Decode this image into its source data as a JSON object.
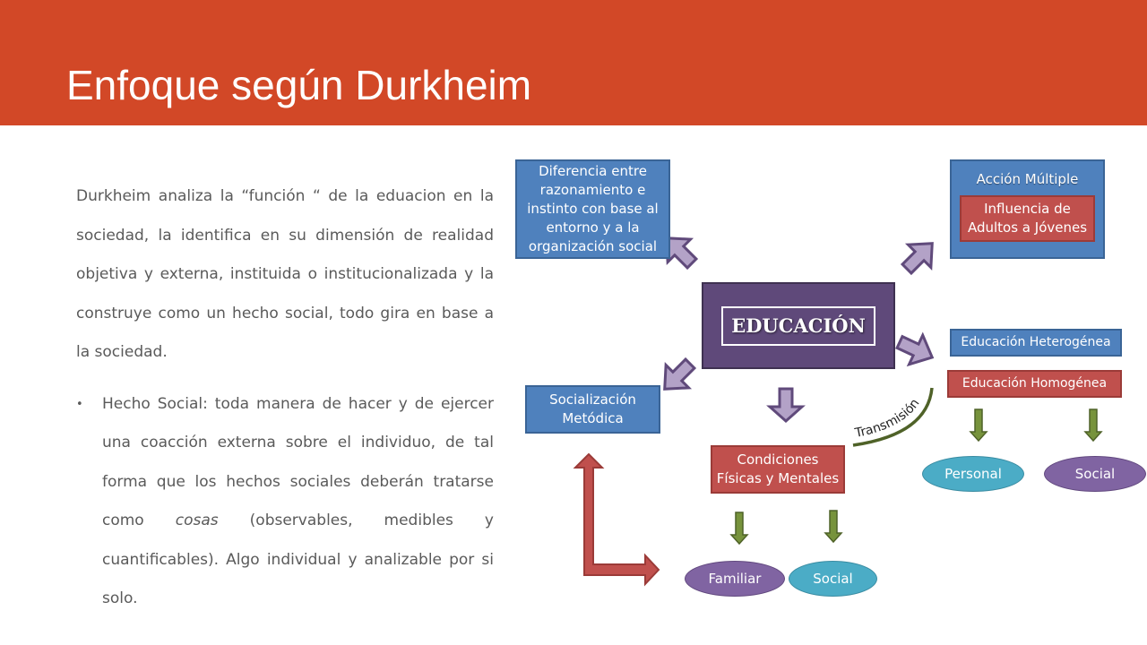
{
  "slide": {
    "title": "Enfoque según Durkheim",
    "paragraph": "Durkheim analiza la “función “ de la eduacion en la sociedad, la identifica en su dimensión de realidad objetiva y externa, instituida o institucionalizada y la construye como un hecho social, todo gira en base a la sociedad.",
    "bullet": {
      "before": "Hecho Social: toda manera de hacer y de ejercer una coacción externa sobre el individuo, de tal forma que los hechos sociales deberán tratarse como ",
      "emphasis": "cosas",
      "after": " (observables, medibles y cuantificables). Algo individual y analizable por si solo."
    }
  },
  "diagram": {
    "center": "EDUCACIÓN",
    "diferencia": "Diferencia entre razonamiento e instinto con base al entorno y a la organización social",
    "accion_multiple": "Acción Múltiple",
    "influencia": "Influencia de Adultos a Jóvenes",
    "heterogenea": "Educación Heterogénea",
    "homogenea": "Educación Homogénea",
    "socializacion": "Socialización Metódica",
    "condiciones": "Condiciones Físicas y Mentales",
    "transmision": "Transmisión",
    "personal": "Personal",
    "social_right": "Social",
    "familiar": "Familiar",
    "social_bottom": "Social"
  },
  "colors": {
    "header": "#d24827",
    "blue_box": "#4f81bd",
    "red_box": "#c0504d",
    "center_box": "#5f497a",
    "arrow_fill": "#b3a2c7",
    "arrow_stroke": "#604a7b",
    "green_arrow": "#77933c",
    "teal_pill": "#4bacc6",
    "purple_pill": "#8064a2"
  }
}
